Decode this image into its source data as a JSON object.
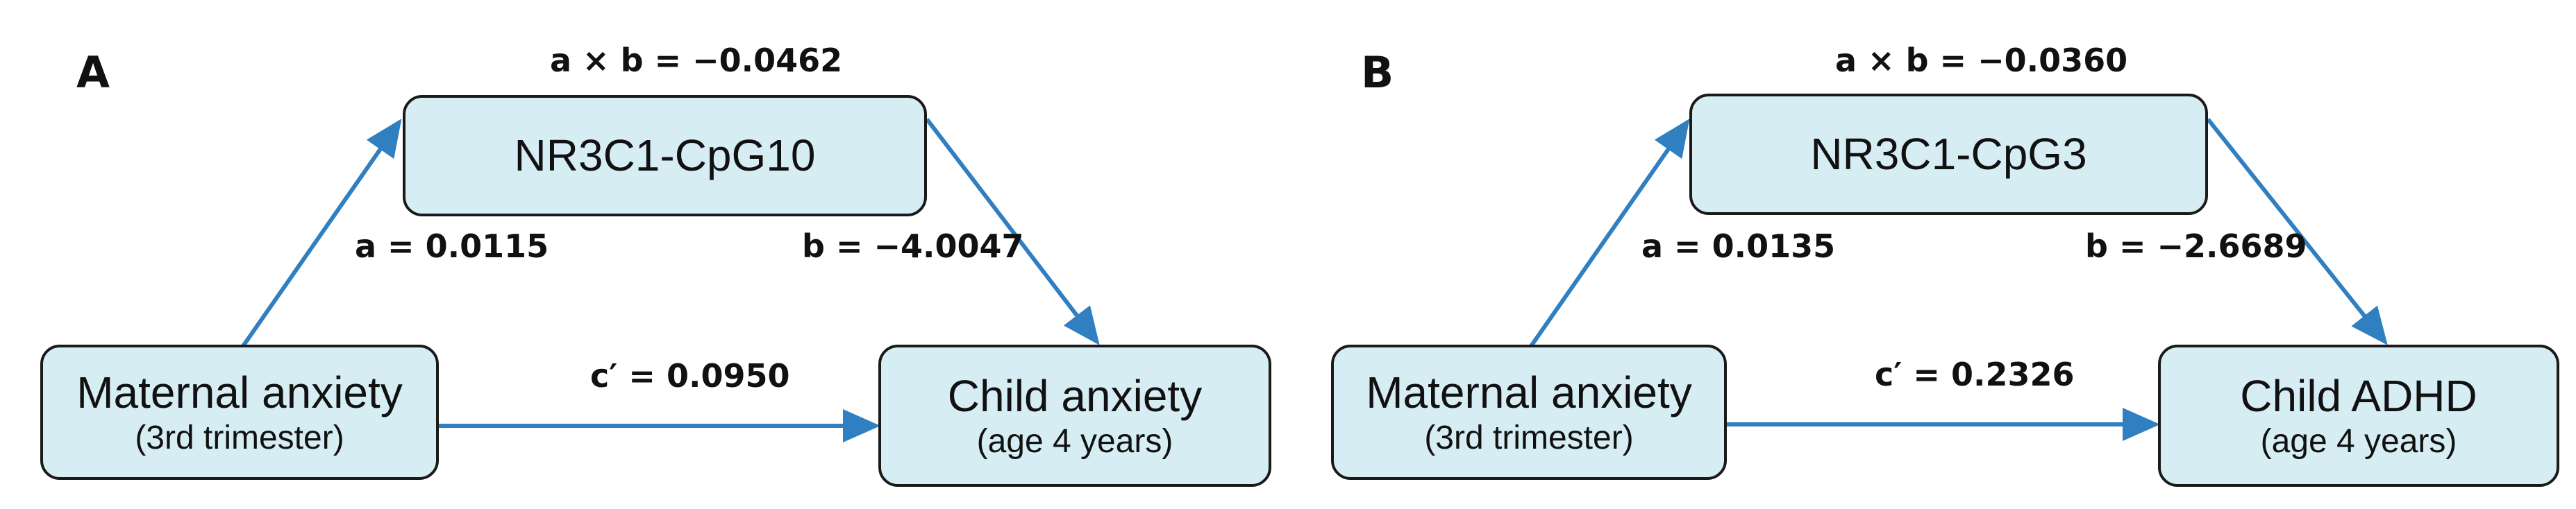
{
  "panels": [
    {
      "letter": "A",
      "product": "a × b = −0.0462",
      "mediator": "NR3C1-CpG10",
      "exposure": {
        "name": "Maternal anxiety",
        "sub": "(3rd trimester)"
      },
      "outcome": {
        "name": "Child anxiety",
        "sub": "(age 4 years)"
      },
      "path_a": "a = 0.0115",
      "path_b": "b = −4.0047",
      "path_c": "c′ = 0.0950"
    },
    {
      "letter": "B",
      "product": "a × b = −0.0360",
      "mediator": "NR3C1-CpG3",
      "exposure": {
        "name": "Maternal anxiety",
        "sub": "(3rd trimester)"
      },
      "outcome": {
        "name": "Child ADHD",
        "sub": "(age 4 years)"
      },
      "path_a": "a = 0.0135",
      "path_b": "b = −2.6689",
      "path_c": "c′ = 0.2326"
    }
  ],
  "colors": {
    "arrow": "#2f7fc1",
    "box_fill": "#d7edf4",
    "box_border": "#1a1a1a"
  }
}
